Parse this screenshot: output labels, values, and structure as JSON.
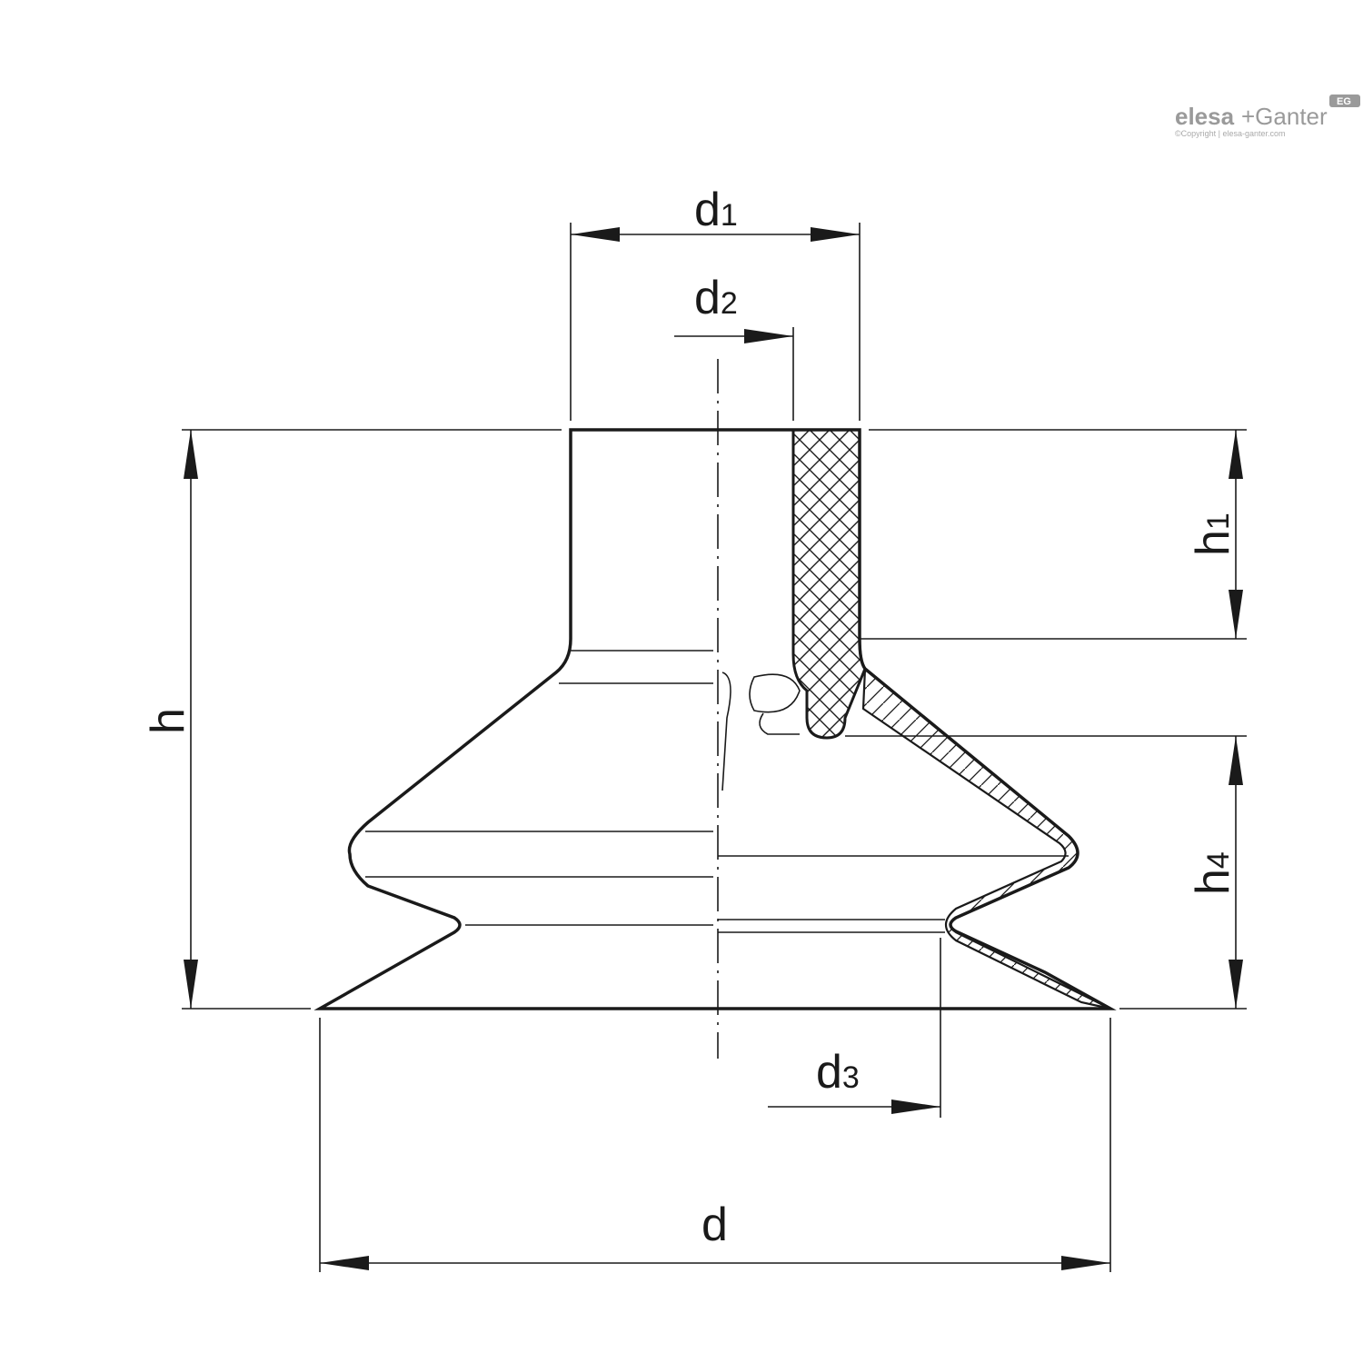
{
  "brand": {
    "name_part1": "elesa",
    "name_part2": "+Ganter",
    "copyright": "©Copyright | elesa-ganter.com",
    "badge": "EG"
  },
  "dimensions": {
    "d1": {
      "main": "d",
      "sub": "1"
    },
    "d2": {
      "main": "d",
      "sub": "2"
    },
    "d3": {
      "main": "d",
      "sub": "3"
    },
    "d": {
      "main": "d"
    },
    "h": {
      "main": "h"
    },
    "h1": {
      "main": "h",
      "sub": "1"
    },
    "h4": {
      "main": "h",
      "sub": "4"
    }
  },
  "colors": {
    "line": "#1a1a1a",
    "logo": "#9a9a9a"
  }
}
